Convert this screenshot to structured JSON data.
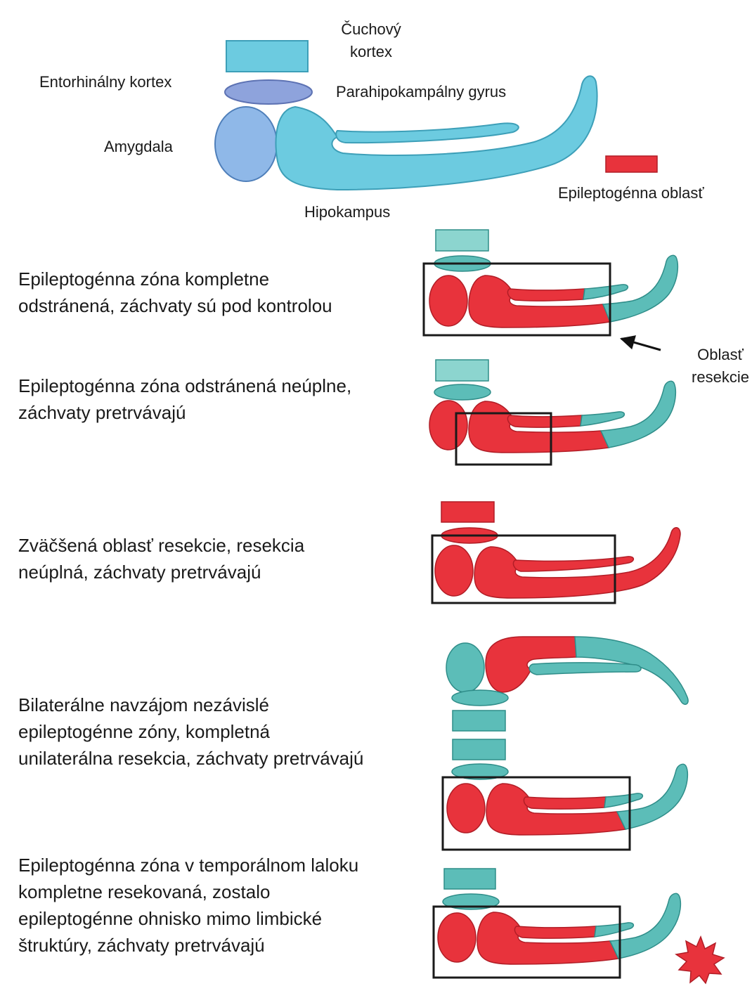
{
  "colors": {
    "cyan": "#6ccbe0",
    "cyan_stroke": "#3d9fb8",
    "teal": "#5cbdb8",
    "teal_stroke": "#2f8d89",
    "teal_light": "#8cd5cf",
    "red": "#e8333c",
    "red_stroke": "#b11d26",
    "lavender": "#8ea3dc",
    "amygdala_blue": "#8fb8e8"
  },
  "top_labels": {
    "olfactory_1": "Čuchový",
    "olfactory_2": "kortex",
    "entorhinal": "Entorhinálny kortex",
    "parahippocampal": "Parahipokampálny gyrus",
    "amygdala": "Amygdala",
    "hippocampus": "Hipokampus",
    "epileptogenic_legend": "Epileptogénna oblasť"
  },
  "resection_label": {
    "line1": "Oblasť",
    "line2": "resekcie"
  },
  "cases": [
    {
      "lines": [
        "Epileptogénna zóna kompletne",
        "odstránená, záchvaty sú pod kontrolou"
      ]
    },
    {
      "lines": [
        "Epileptogénna zóna odstránená neúplne,",
        "záchvaty pretrvávajú"
      ]
    },
    {
      "lines": [
        "Zväčšená oblasť resekcie, resekcia",
        "neúplná, záchvaty pretrvávajú"
      ]
    },
    {
      "lines": [
        "Bilaterálne navzájom nezávislé",
        "epileptogénne zóny, kompletná",
        "unilaterálna resekcia, záchvaty pretrvávajú"
      ]
    },
    {
      "lines": [
        "Epileptogénna zóna v temporálnom laloku",
        "kompletne resekovaná, zostalo",
        "epileptogénne ohnisko mimo limbické",
        "štruktúry, záchvaty pretrvávajú"
      ]
    }
  ]
}
